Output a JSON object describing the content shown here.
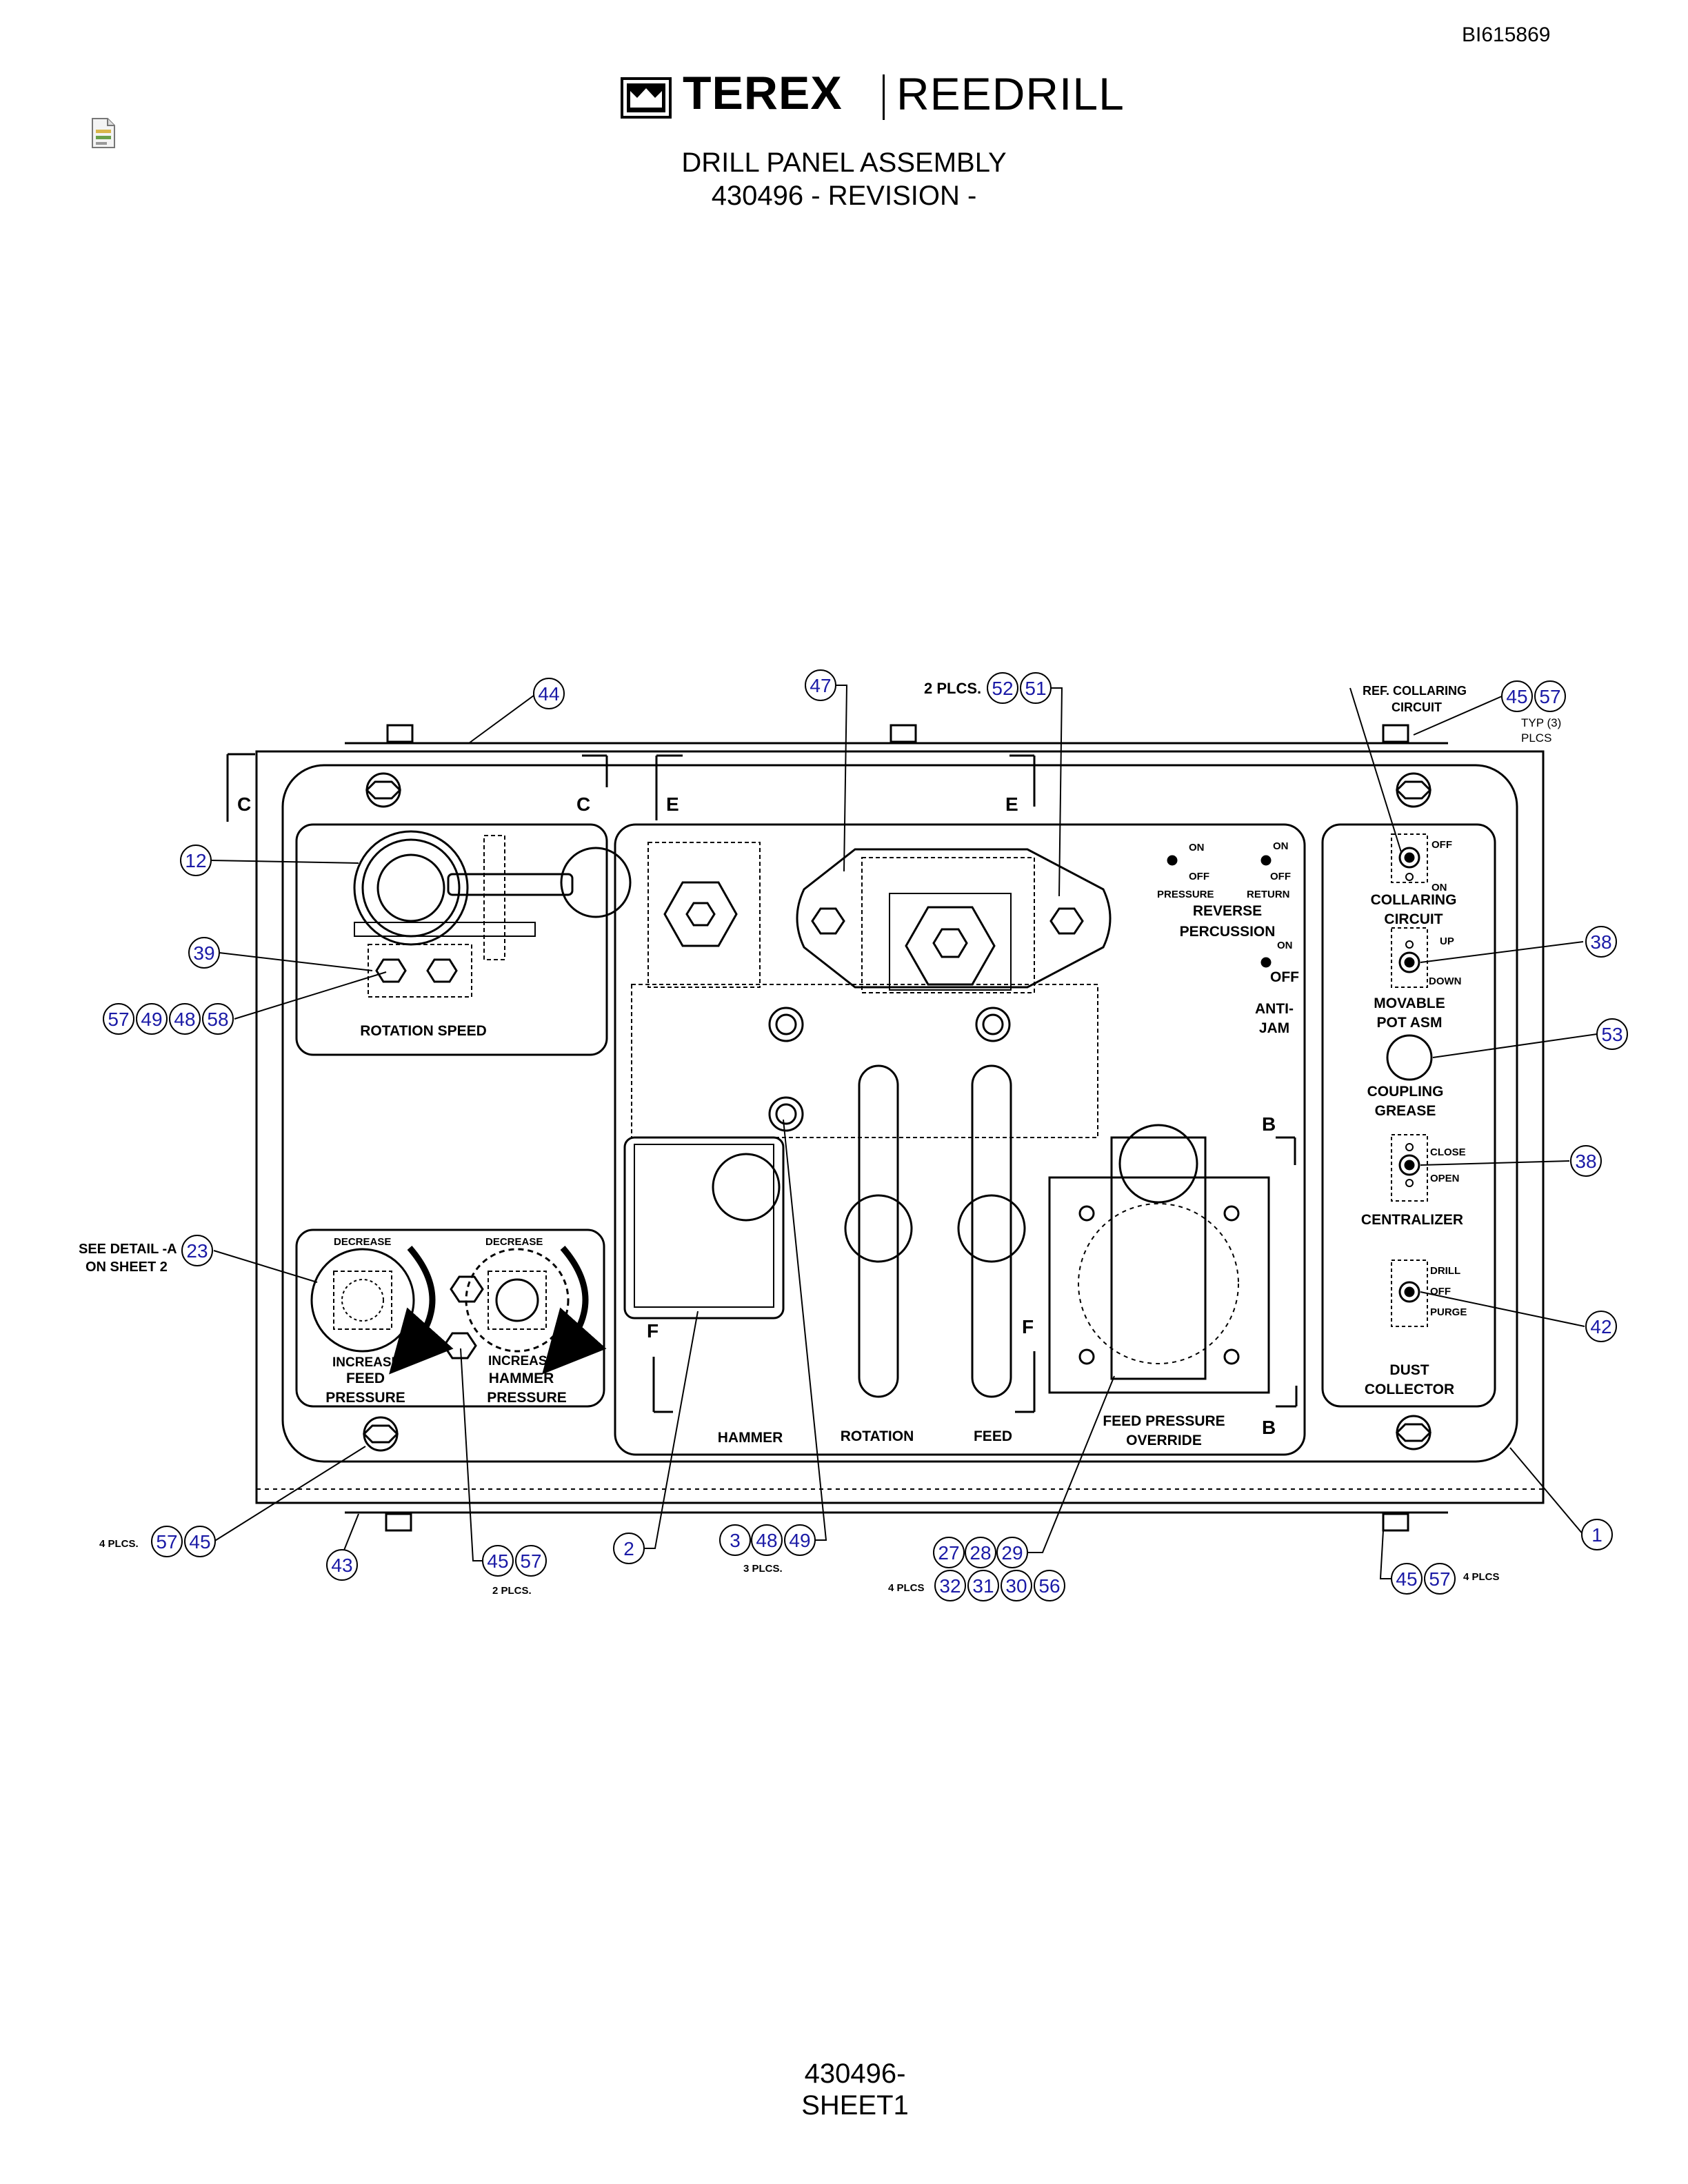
{
  "doc_number": "BI615869",
  "brand": {
    "name": "TEREX",
    "product": "REEDRILL"
  },
  "title": {
    "line1": "DRILL PANEL ASSEMBLY",
    "line2": "430496 - REVISION -"
  },
  "footer": {
    "line1": "430496-",
    "line2": "SHEET1"
  },
  "colors": {
    "balloon_text": "#1a1aa6",
    "line": "#000000"
  },
  "icons": {
    "document": "document-icon",
    "logo": "terex-logo-mark"
  },
  "labels": {
    "rotation_speed": "ROTATION SPEED",
    "hammer": "HAMMER",
    "rotation": "ROTATION",
    "feed": "FEED",
    "feed_pressure_override_1": "FEED PRESSURE",
    "feed_pressure_override_2": "OVERRIDE",
    "reverse_percussion_1": "REVERSE",
    "reverse_percussion_2": "PERCUSSION",
    "pressure": "PRESSURE",
    "return": "RETURN",
    "on": "ON",
    "off": "OFF",
    "anti_jam_1": "ANTI-",
    "anti_jam_2": "JAM",
    "collaring_circuit_1": "COLLARING",
    "collaring_circuit_2": "CIRCUIT",
    "up": "UP",
    "down": "DOWN",
    "movable_pot_1": "MOVABLE",
    "movable_pot_2": "POT ASM",
    "coupling_grease_1": "COUPLING",
    "coupling_grease_2": "GREASE",
    "close": "CLOSE",
    "open": "OPEN",
    "centralizer": "CENTRALIZER",
    "drill": "DRILL",
    "purge": "PURGE",
    "dust_collector_1": "DUST",
    "dust_collector_2": "COLLECTOR",
    "decrease": "DECREASE",
    "increase": "INCREASE",
    "feed_pressure_1": "FEED",
    "feed_pressure_2": "PRESSURE",
    "hammer_pressure_1": "HAMMER",
    "hammer_pressure_2": "PRESSURE",
    "see_detail_1": "SEE DETAIL -A",
    "see_detail_2": "ON SHEET 2",
    "ref_collaring_1": "REF. COLLARING",
    "ref_collaring_2": "CIRCUIT",
    "typ_3_1": "TYP (3)",
    "typ_3_2": "PLCS",
    "two_plcs": "2 PLCS.",
    "three_plcs": "3 PLCS.",
    "four_plcs_dot": "4 PLCS.",
    "four_plcs": "4 PLCS",
    "section_c": "C",
    "section_e": "E",
    "section_b": "B",
    "section_f": "F"
  },
  "balloons": [
    "44",
    "47",
    "52",
    "51",
    "45",
    "57",
    "12",
    "39",
    "57",
    "49",
    "48",
    "58",
    "38",
    "53",
    "38",
    "42",
    "23",
    "57",
    "45",
    "43",
    "45",
    "57",
    "2",
    "3",
    "48",
    "49",
    "27",
    "28",
    "29",
    "32",
    "31",
    "30",
    "56",
    "1",
    "45",
    "57"
  ]
}
